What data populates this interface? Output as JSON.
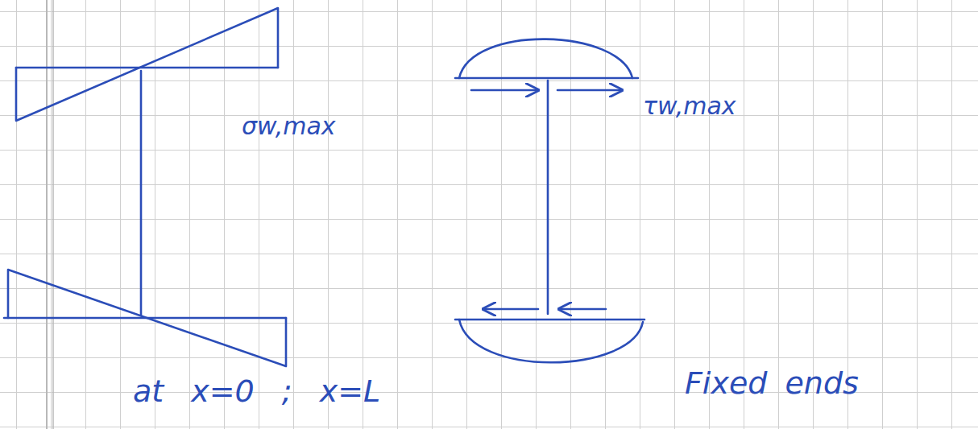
{
  "diagram": {
    "labels": [
      "σw,max",
      "τw,max",
      "at x=0 ; x=L",
      "Fixed ends"
    ]
  }
}
